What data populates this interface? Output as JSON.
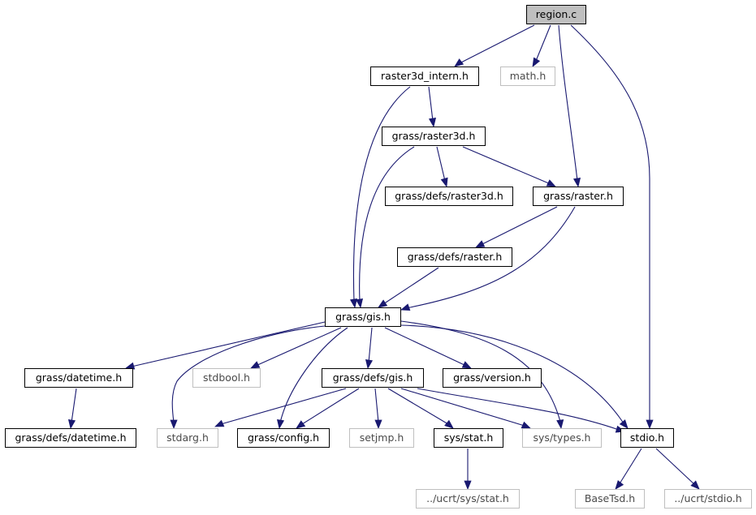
{
  "graph": {
    "colors": {
      "edge": "#191970",
      "node_border": "#000000",
      "external_border": "#bfbfbf",
      "root_fill": "#bfbfbf"
    },
    "nodes": {
      "region_c": "region.c",
      "raster3d_intern_h": "raster3d_intern.h",
      "math_h": "math.h",
      "grass_raster3d_h": "grass/raster3d.h",
      "grass_defs_raster3d_h": "grass/defs/raster3d.h",
      "grass_raster_h": "grass/raster.h",
      "grass_defs_raster_h": "grass/defs/raster.h",
      "grass_gis_h": "grass/gis.h",
      "grass_datetime_h": "grass/datetime.h",
      "stdbool_h": "stdbool.h",
      "grass_defs_gis_h": "grass/defs/gis.h",
      "grass_version_h": "grass/version.h",
      "grass_defs_datetime_h": "grass/defs/datetime.h",
      "stdarg_h": "stdarg.h",
      "grass_config_h": "grass/config.h",
      "setjmp_h": "setjmp.h",
      "sys_stat_h": "sys/stat.h",
      "sys_types_h": "sys/types.h",
      "stdio_h": "stdio.h",
      "ucrt_sys_stat_h": "../ucrt/sys/stat.h",
      "basetsd_h": "BaseTsd.h",
      "ucrt_stdio_h": "../ucrt/stdio.h"
    }
  }
}
